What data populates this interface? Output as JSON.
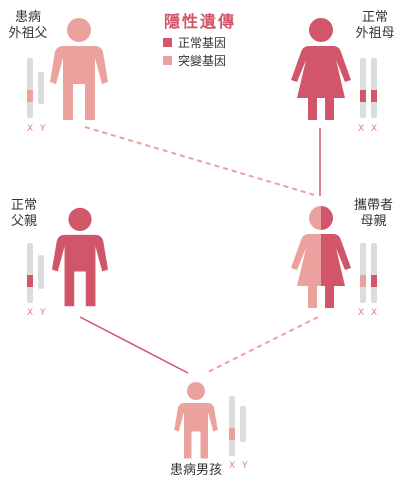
{
  "title": "隱性遺傳",
  "legend": [
    {
      "label": "正常基因",
      "color": "#d2566a"
    },
    {
      "label": "突變基因",
      "color": "#eba29e"
    }
  ],
  "colors": {
    "normal": "#d2566a",
    "mutant": "#eba29e",
    "chromosome_gray": "#dcdcdc",
    "line": "#d2566a",
    "dashed_line": "#eba29e",
    "xy_text": "#e07b86"
  },
  "people": {
    "affected_grandfather": {
      "label": "患病\n外祖父",
      "chromosomes": "X Y"
    },
    "normal_grandmother": {
      "label": "正常\n外祖母",
      "chromosomes": "X X"
    },
    "normal_father": {
      "label": "正常\n父親",
      "chromosomes": "X Y"
    },
    "carrier_mother": {
      "label": "攜帶者\n母親",
      "chromosomes": "X X"
    },
    "affected_son": {
      "label": "患病男孩",
      "chromosomes": "X Y"
    }
  }
}
